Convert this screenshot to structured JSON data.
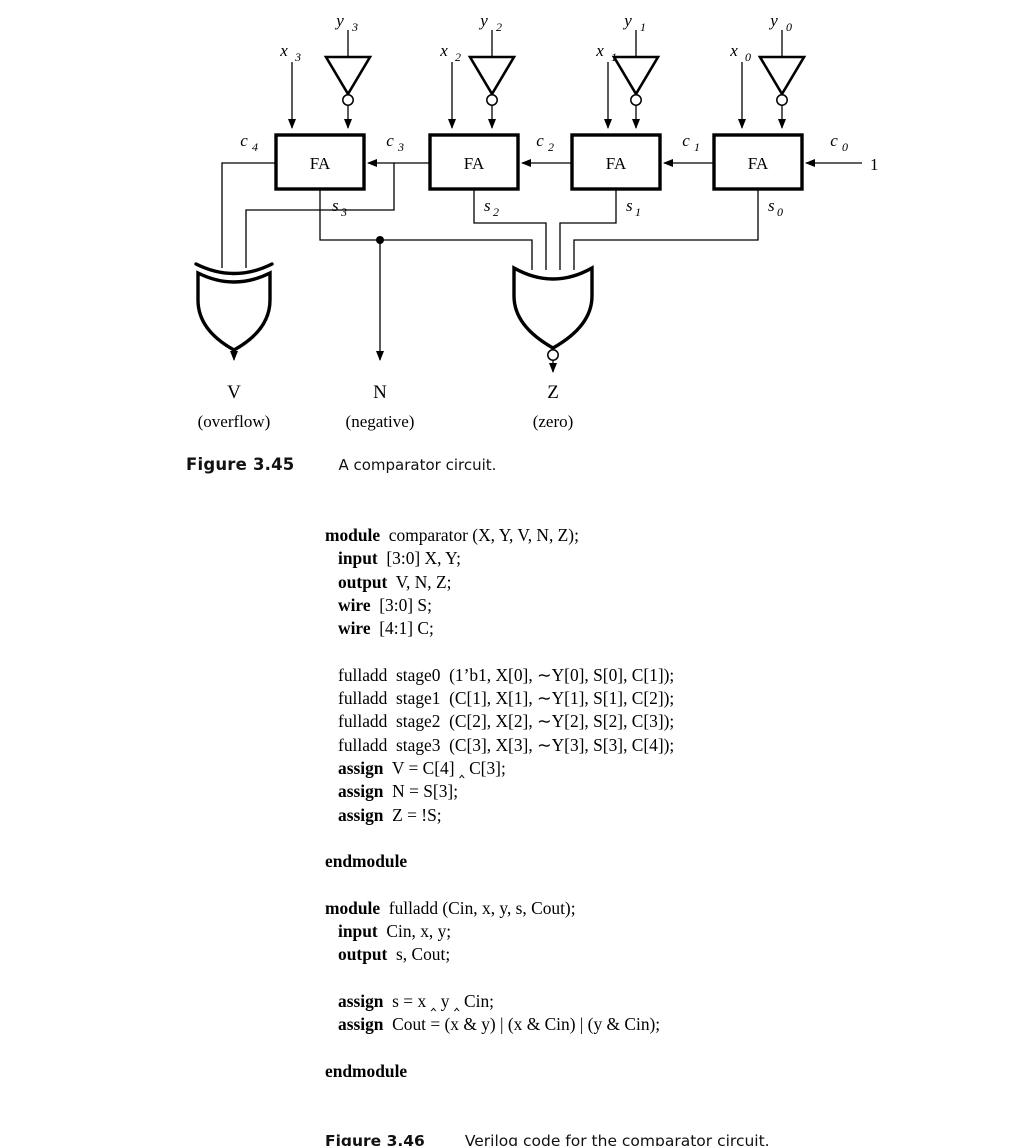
{
  "figure": {
    "caption_label": "Figure 3.45",
    "caption_text": "A comparator circuit.",
    "gate_label": "FA",
    "carry_in_constant": "1",
    "x_inputs": [
      {
        "base": "x",
        "sub": "3"
      },
      {
        "base": "x",
        "sub": "2"
      },
      {
        "base": "x",
        "sub": "1"
      },
      {
        "base": "x",
        "sub": "0"
      }
    ],
    "y_inputs": [
      {
        "base": "y",
        "sub": "3"
      },
      {
        "base": "y",
        "sub": "2"
      },
      {
        "base": "y",
        "sub": "1"
      },
      {
        "base": "y",
        "sub": "0"
      }
    ],
    "carries": [
      {
        "base": "c",
        "sub": "4"
      },
      {
        "base": "c",
        "sub": "3"
      },
      {
        "base": "c",
        "sub": "2"
      },
      {
        "base": "c",
        "sub": "1"
      },
      {
        "base": "c",
        "sub": "0"
      }
    ],
    "sums": [
      {
        "base": "s",
        "sub": "3"
      },
      {
        "base": "s",
        "sub": "2"
      },
      {
        "base": "s",
        "sub": "1"
      },
      {
        "base": "s",
        "sub": "0"
      }
    ],
    "outputs": [
      {
        "name": "V",
        "description": "(overflow)"
      },
      {
        "name": "N",
        "description": "(negative)"
      },
      {
        "name": "Z",
        "description": "(zero)"
      }
    ]
  },
  "code": {
    "lines": [
      {
        "kw": "module",
        "rest": "  comparator (X, Y, V, N, Z);",
        "indent": 0
      },
      {
        "kw": "input",
        "rest": "  [3:0] X, Y;",
        "indent": 1
      },
      {
        "kw": "output",
        "rest": "  V, N, Z;",
        "indent": 1
      },
      {
        "kw": "wire",
        "rest": "  [3:0] S;",
        "indent": 1
      },
      {
        "kw": "wire",
        "rest": "  [4:1] C;",
        "indent": 1
      },
      {
        "kw": "",
        "rest": "",
        "indent": 0
      },
      {
        "kw": "",
        "rest": "fulladd  stage0  (1’b1, X[0], ∼Y[0], S[0], C[1]);",
        "indent": 1
      },
      {
        "kw": "",
        "rest": "fulladd  stage1  (C[1], X[1], ∼Y[1], S[1], C[2]);",
        "indent": 1
      },
      {
        "kw": "",
        "rest": "fulladd  stage2  (C[2], X[2], ∼Y[2], S[2], C[3]);",
        "indent": 1
      },
      {
        "kw": "",
        "rest": "fulladd  stage3  (C[3], X[3], ∼Y[3], S[3], C[4]);",
        "indent": 1
      },
      {
        "kw": "assign",
        "rest": "  V = C[4] ‸ C[3];",
        "indent": 1
      },
      {
        "kw": "assign",
        "rest": "  N = S[3];",
        "indent": 1
      },
      {
        "kw": "assign",
        "rest": "  Z = !S;",
        "indent": 1
      },
      {
        "kw": "",
        "rest": "",
        "indent": 0
      },
      {
        "kw": "endmodule",
        "rest": "",
        "indent": 0
      },
      {
        "kw": "",
        "rest": "",
        "indent": 0
      },
      {
        "kw": "module",
        "rest": "  fulladd (Cin, x, y, s, Cout);",
        "indent": 0
      },
      {
        "kw": "input",
        "rest": "  Cin, x, y;",
        "indent": 1
      },
      {
        "kw": "output",
        "rest": "  s, Cout;",
        "indent": 1
      },
      {
        "kw": "",
        "rest": "",
        "indent": 0
      },
      {
        "kw": "assign",
        "rest": "  s = x ‸ y ‸ Cin;",
        "indent": 1
      },
      {
        "kw": "assign",
        "rest": "  Cout = (x & y) | (x & Cin) | (y & Cin);",
        "indent": 1
      },
      {
        "kw": "",
        "rest": "",
        "indent": 0
      },
      {
        "kw": "endmodule",
        "rest": "",
        "indent": 0
      }
    ]
  },
  "bottom_caption": {
    "label": "Figure 3.46",
    "text": "Verilog code for the comparator circuit."
  }
}
